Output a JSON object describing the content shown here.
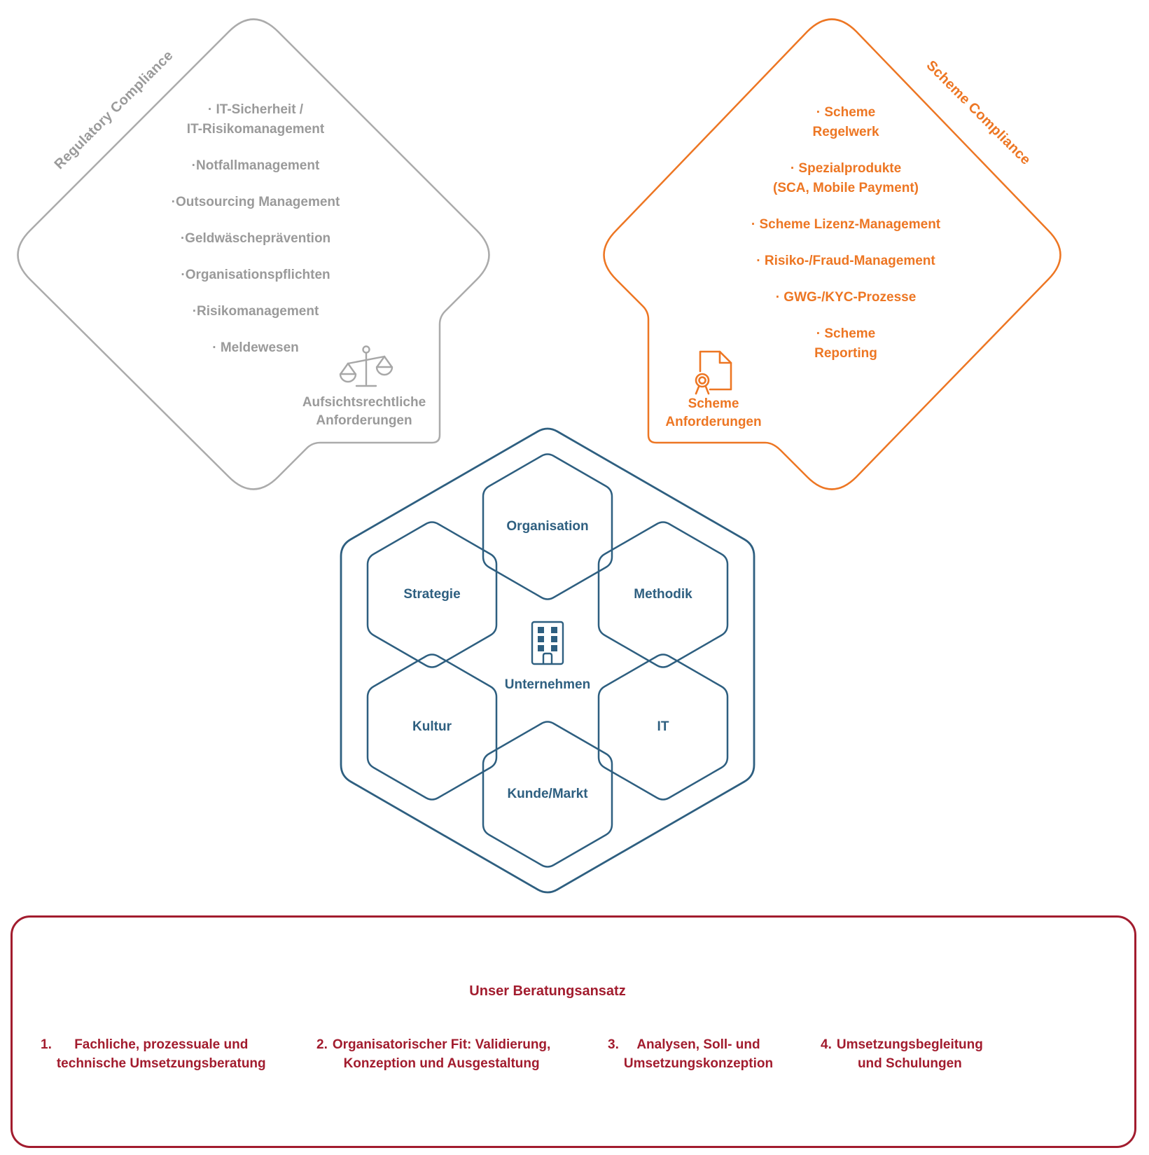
{
  "regulatory": {
    "title": "Regulatory Compliance",
    "items": [
      "· IT-Sicherheit /\nIT-Risikomanagement",
      "·Notfallmanagement",
      "·Outsourcing Management",
      "·Geldwäscheprävention",
      "·Organisationspflichten",
      "·Risikomanagement",
      "· Meldewesen"
    ],
    "footer": "Aufsichtsrechtliche\nAnforderungen",
    "icon": "scales-icon",
    "color": "#9A9A9A"
  },
  "scheme": {
    "title": "Scheme Compliance",
    "items": [
      "· Scheme\nRegelwerk",
      "· Spezialprodukte\n(SCA, Mobile Payment)",
      "· Scheme Lizenz-Management",
      "· Risiko-/Fraud-Management",
      "· GWG-/KYC-Prozesse",
      "· Scheme\nReporting"
    ],
    "footer": "Scheme\nAnforderungen",
    "icon": "certificate-icon",
    "color": "#ED7623"
  },
  "company": {
    "center_label": "Unternehmen",
    "icon": "building-icon",
    "hexagons": [
      "Organisation",
      "Strategie",
      "Methodik",
      "Kultur",
      "IT",
      "Kunde/Markt"
    ],
    "color": "#2E5F80"
  },
  "approach": {
    "title": "Unser Beratungsansatz",
    "icon": "gear-lightbulb-icon",
    "items": [
      {
        "number": "1.",
        "text": "Fachliche, prozessuale und\ntechnische Umsetzungsberatung"
      },
      {
        "number": "2.",
        "text": "Organisatorischer Fit: Validierung,\nKonzeption und Ausgestaltung"
      },
      {
        "number": "3.",
        "text": "Analysen, Soll- und\nUmsetzungskonzeption"
      },
      {
        "number": "4.",
        "text": "Umsetzungsbegleitung\nund Schulungen"
      }
    ],
    "color": "#A21C2E"
  }
}
